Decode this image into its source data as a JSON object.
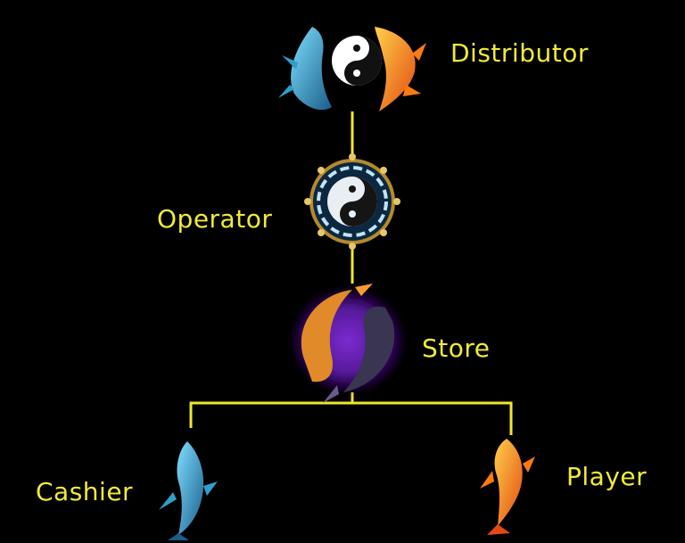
{
  "colors": {
    "background": "#000000",
    "connector": "#f0e62e",
    "label": "#f0ea3a",
    "koi_blue": "#2f9fc9",
    "koi_orange": "#ff7a12",
    "koi_purple": "#8a2fc9"
  },
  "nodes": {
    "distributor": {
      "label": "Distributor",
      "icon": "yin-yang-twin-koi-icon"
    },
    "operator": {
      "label": "Operator",
      "icon": "bagua-yin-yang-icon"
    },
    "store": {
      "label": "Store",
      "icon": "purple-koi-pair-icon"
    },
    "cashier": {
      "label": "Cashier",
      "icon": "blue-koi-icon"
    },
    "player": {
      "label": "Player",
      "icon": "orange-koi-icon"
    }
  }
}
